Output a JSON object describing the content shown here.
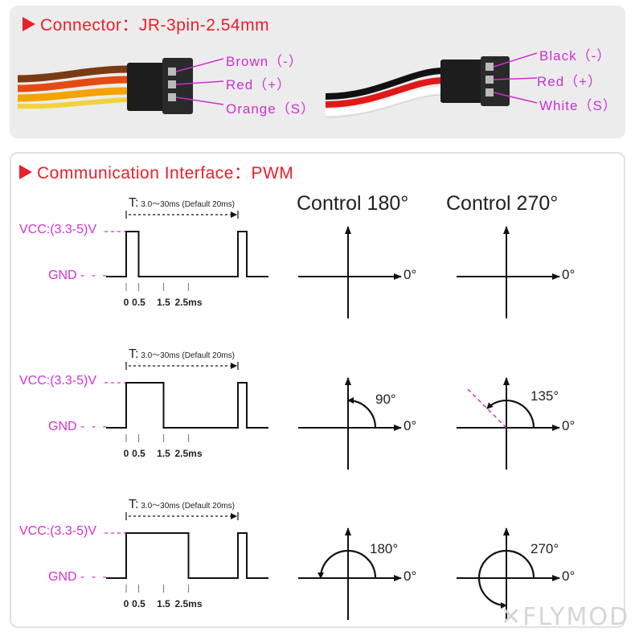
{
  "connector": {
    "heading": "Connector：JR-3pin-2.54mm",
    "left_pins": [
      "Brown（-）",
      "Red（+）",
      "Orange（S）"
    ],
    "right_pins": [
      "Black（-）",
      "Red（+）",
      "White（S）"
    ],
    "left_wire_colors": [
      "#7a3a12",
      "#e34b14",
      "#f5a300"
    ],
    "right_wire_colors": [
      "#111111",
      "#e01818",
      "#ffffff"
    ]
  },
  "interface": {
    "heading": "Communication Interface：PWM",
    "vcc_label": "VCC:(3.3-5)V",
    "gnd_label": "GND",
    "gnd_dash": "- - -",
    "period_prefix": "T:",
    "period_text": "3.0～30ms (Default 20ms)",
    "tick_labels": [
      "0",
      "0.5",
      "1.5",
      "2.5ms"
    ],
    "col_180_title": "Control 180°",
    "col_270_title": "Control 270°",
    "zero_label": "0°",
    "rows": [
      {
        "pulse_ms": 0.5,
        "angle_180": "",
        "angle_270": ""
      },
      {
        "pulse_ms": 1.5,
        "angle_180": "90°",
        "angle_270": "135°"
      },
      {
        "pulse_ms": 2.5,
        "angle_180": "180°",
        "angle_270": "270°"
      }
    ]
  },
  "colors": {
    "accent_red": "#e8202a",
    "magenta": "#cc2fd0"
  },
  "logo": "FLYMOD"
}
